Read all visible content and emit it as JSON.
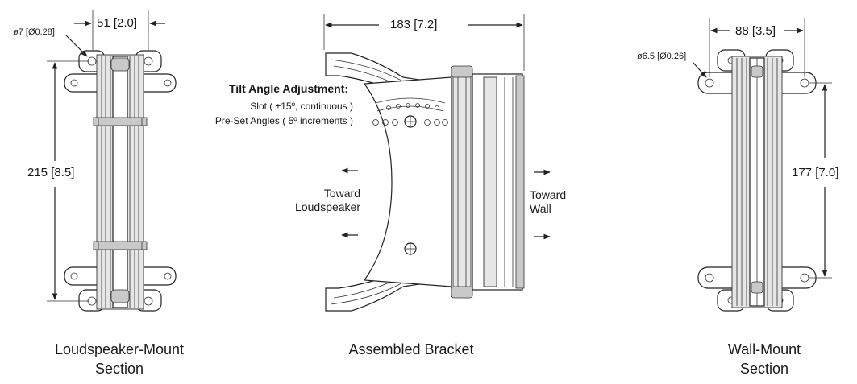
{
  "dimensions": {
    "ls_width": "51 [2.0]",
    "ls_height": "215 [8.5]",
    "ls_hole": "ø7 [Ø0.28]",
    "bracket_width": "183 [7.2]",
    "wall_width": "88 [3.5]",
    "wall_height": "177 [7.0]",
    "wall_hole": "ø6.5 [Ø0.26]"
  },
  "tilt": {
    "title": "Tilt Angle Adjustment:",
    "slot": "Slot ( ±15º, continuous )",
    "preset": "Pre-Set Angles ( 5º increments )"
  },
  "directions": {
    "toward_ls": [
      "Toward",
      "Loudspeaker"
    ],
    "toward_wall": [
      "Toward",
      "Wall"
    ]
  },
  "captions": {
    "left": [
      "Loudspeaker-Mount",
      "Section"
    ],
    "center": "Assembled Bracket",
    "right": [
      "Wall-Mount",
      "Section"
    ]
  },
  "colors": {
    "line": "#222222",
    "fill": "#e6e6e6",
    "background": "#ffffff"
  }
}
